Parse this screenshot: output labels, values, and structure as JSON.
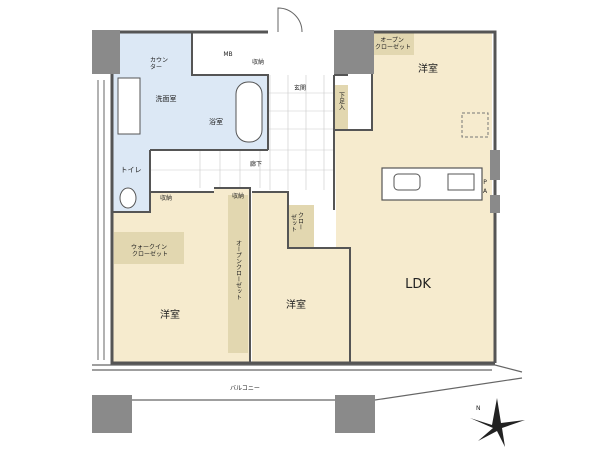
{
  "colors": {
    "wet_area": "#dce8f5",
    "living_area": "#f6ebce",
    "closet_shade": "#e2d7b0",
    "wall": "#555555",
    "balcony": "#ffffff"
  },
  "rooms": {
    "ldk": "LDK",
    "western_ne": "洋室",
    "western_center": "洋室",
    "western_sw": "洋室",
    "washroom": "洗面室",
    "bathroom": "浴室",
    "toilet": "トイレ",
    "entrance": "玄関",
    "hallway": "廊下",
    "balcony": "バルコニー"
  },
  "storage": {
    "open_closet_ne": "オープン\nクローゼット",
    "shoe_closet": "下足入",
    "storage_top": "収納",
    "storage_toilet": "収納",
    "storage_mid": "収納",
    "mb": "MB",
    "counter": "カウン\nター",
    "walk_in_closet": "ウォークイン\nクローゼット",
    "open_closet_vertical": "オープンクローゼット",
    "closet_center": "クロー\nゼット",
    "pantry": "P\nA"
  },
  "compass": {
    "north": "N"
  }
}
